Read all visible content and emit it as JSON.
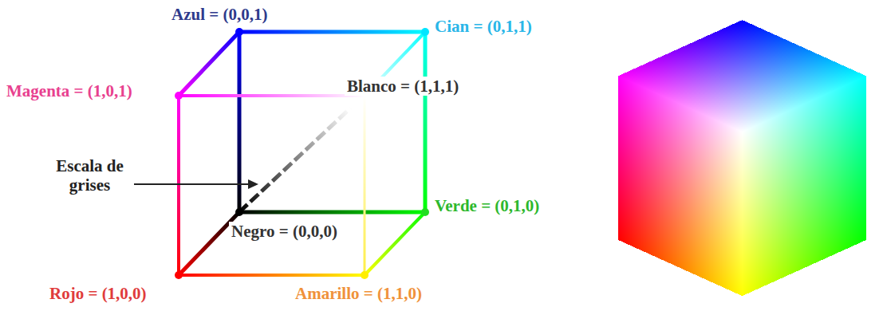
{
  "diagram": {
    "labels": [
      "Azul = (0,0,1)",
      "Cian = (0,1,1)",
      "Magenta = (1,0,1)",
      "Blanco = (1,1,1)",
      "Escala de grises",
      "Verde = (0,1,0)",
      "Negro = (0,0,0)",
      "Rojo = (1,0,0)",
      "Amarillo = (1,1,0)"
    ]
  }
}
